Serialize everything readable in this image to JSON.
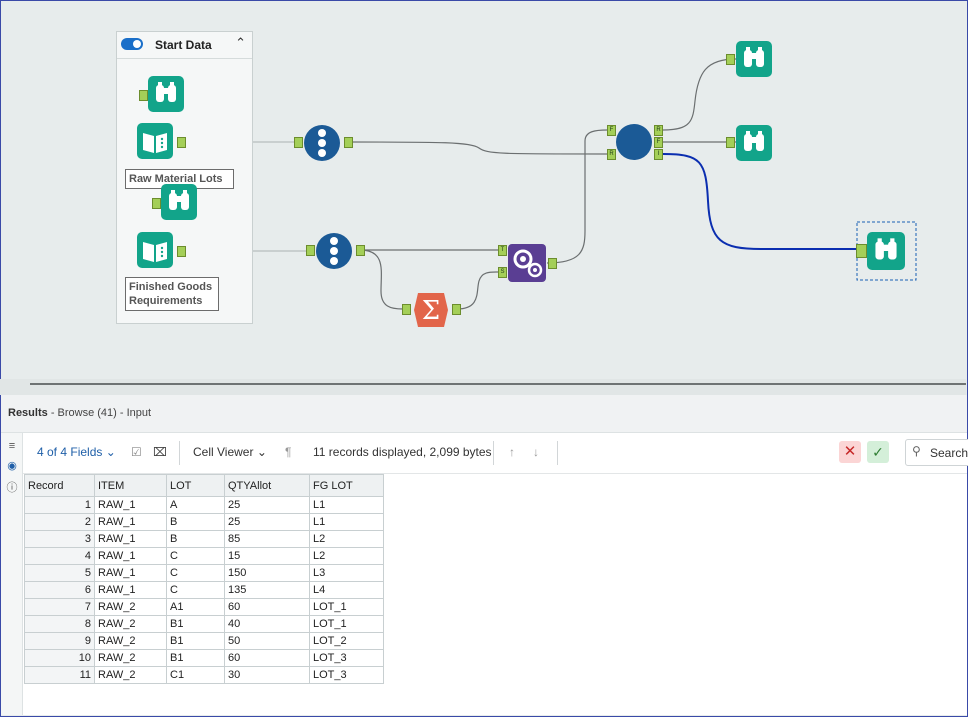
{
  "canvas": {
    "container_title": "Start Data",
    "input_labels": [
      "Raw Material Lots",
      "Finished Goods Requirements"
    ],
    "join_anchors": {
      "left_top": "F",
      "left_bottom": "R",
      "out_r": "R",
      "out_f": "F",
      "out_i": "I"
    },
    "macro_anchors": {
      "top": "T",
      "bottom": "S"
    },
    "colors": {
      "browse": "#12a48a",
      "record_id": "#1b5a96",
      "summarize": "#e2654a",
      "macro": "#5a3e93",
      "selected_wire": "#0b2eb0"
    }
  },
  "results": {
    "title": "Results",
    "subtitle": "- Browse (41) - Input",
    "fields_selector": "4 of 4 Fields",
    "cell_viewer": "Cell Viewer",
    "records_info": "11 records displayed, 2,099 bytes",
    "search_label": "Search",
    "columns": [
      "Record",
      "ITEM",
      "LOT",
      "QTYAllot",
      "FG LOT"
    ],
    "rows": [
      [
        "1",
        "RAW_1",
        "A",
        "25",
        "L1"
      ],
      [
        "2",
        "RAW_1",
        "B",
        "25",
        "L1"
      ],
      [
        "3",
        "RAW_1",
        "B",
        "85",
        "L2"
      ],
      [
        "4",
        "RAW_1",
        "C",
        "15",
        "L2"
      ],
      [
        "5",
        "RAW_1",
        "C",
        "150",
        "L3"
      ],
      [
        "6",
        "RAW_1",
        "C",
        "135",
        "L4"
      ],
      [
        "7",
        "RAW_2",
        "A1",
        "60",
        "LOT_1"
      ],
      [
        "8",
        "RAW_2",
        "B1",
        "40",
        "LOT_1"
      ],
      [
        "9",
        "RAW_2",
        "B1",
        "50",
        "LOT_2"
      ],
      [
        "10",
        "RAW_2",
        "B1",
        "60",
        "LOT_3"
      ],
      [
        "11",
        "RAW_2",
        "C1",
        "30",
        "LOT_3"
      ]
    ]
  }
}
